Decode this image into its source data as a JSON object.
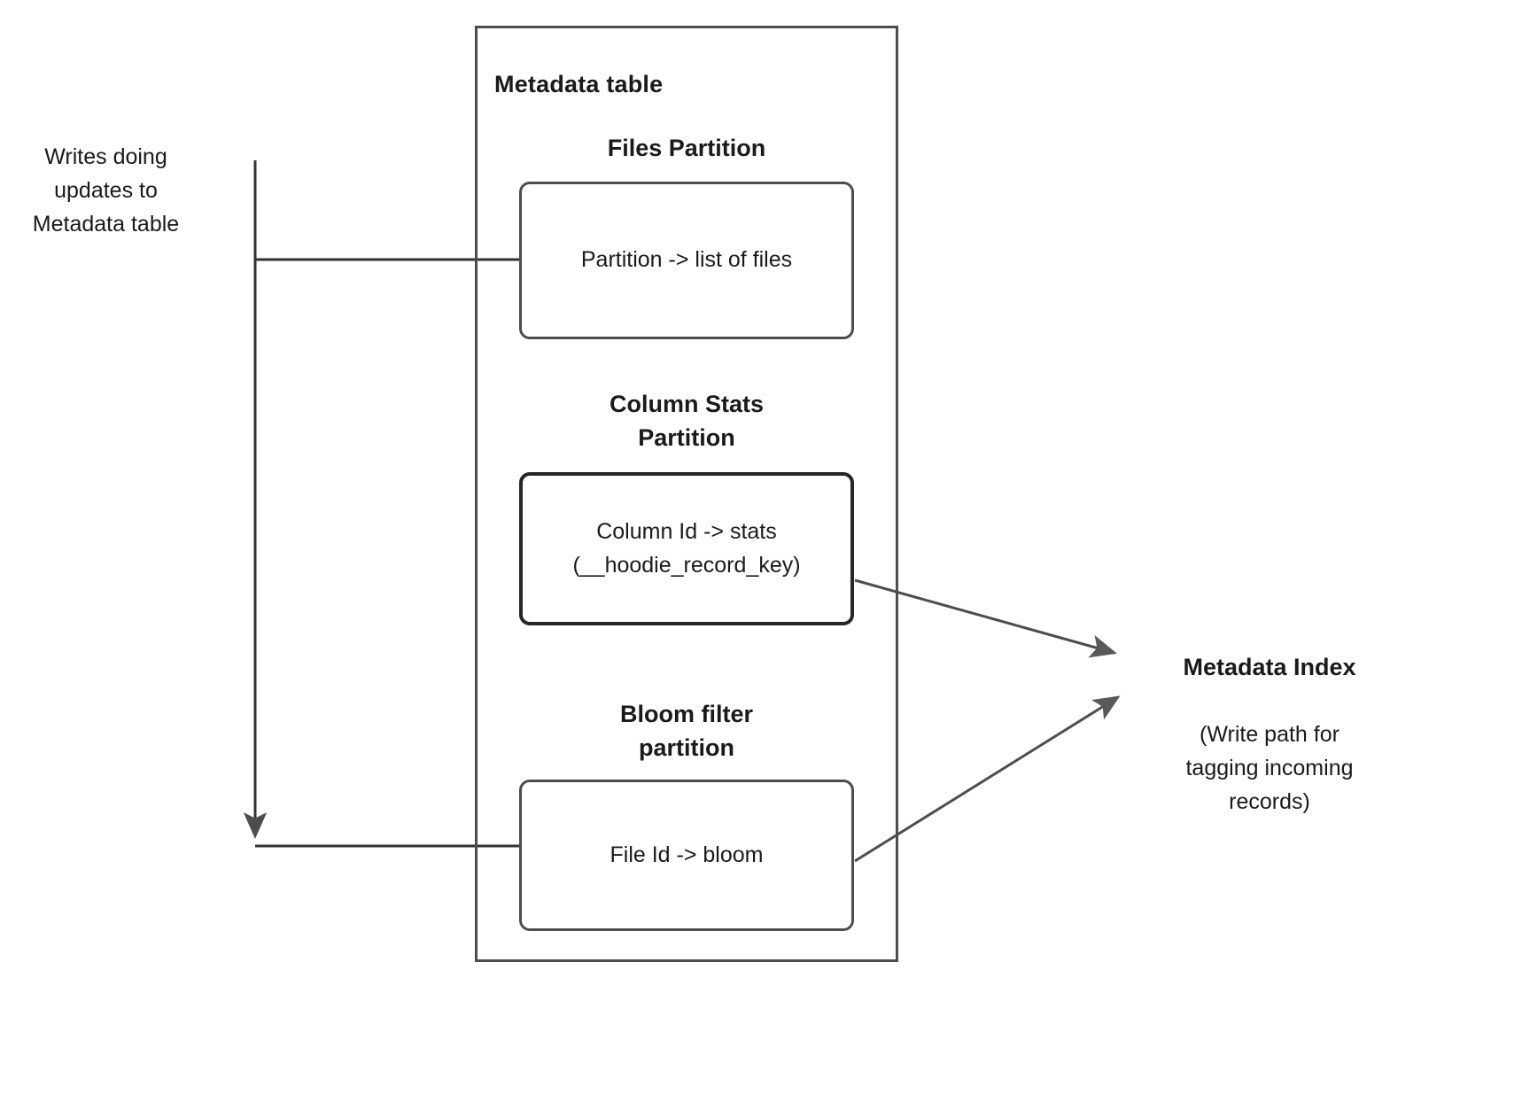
{
  "diagram": {
    "title": "Metadata table",
    "left_label": {
      "lines": [
        "Writes doing",
        "updates to",
        "Metadata table"
      ],
      "text": "Writes doing updates to Metadata table"
    },
    "sections": [
      {
        "heading": "Files Partition",
        "heading_lines": [
          "Files Partition"
        ],
        "box_text": "Partition -> list of files",
        "box_lines": [
          "Partition -> list of files"
        ]
      },
      {
        "heading": "Column Stats Partition",
        "heading_lines": [
          "Column Stats",
          "Partition"
        ],
        "box_text": "Column Id  -> stats (__hoodie_record_key)",
        "box_lines": [
          "Column Id  -> stats",
          "(__hoodie_record_key)"
        ]
      },
      {
        "heading": "Bloom filter partition",
        "heading_lines": [
          "Bloom filter",
          "partition"
        ],
        "box_text": "File Id -> bloom",
        "box_lines": [
          "File Id -> bloom"
        ]
      }
    ],
    "right_label": {
      "title": "Metadata Index",
      "caption_lines": [
        "(Write path for",
        "tagging incoming",
        "records)"
      ],
      "caption": "(Write path for tagging incoming records)"
    },
    "colors": {
      "outline": "#4d4d4d",
      "outline_strong": "#262626",
      "connector": "#333333",
      "arrow_fill": "#595959",
      "text": "#1a1a1a",
      "background": "#ffffff"
    }
  }
}
